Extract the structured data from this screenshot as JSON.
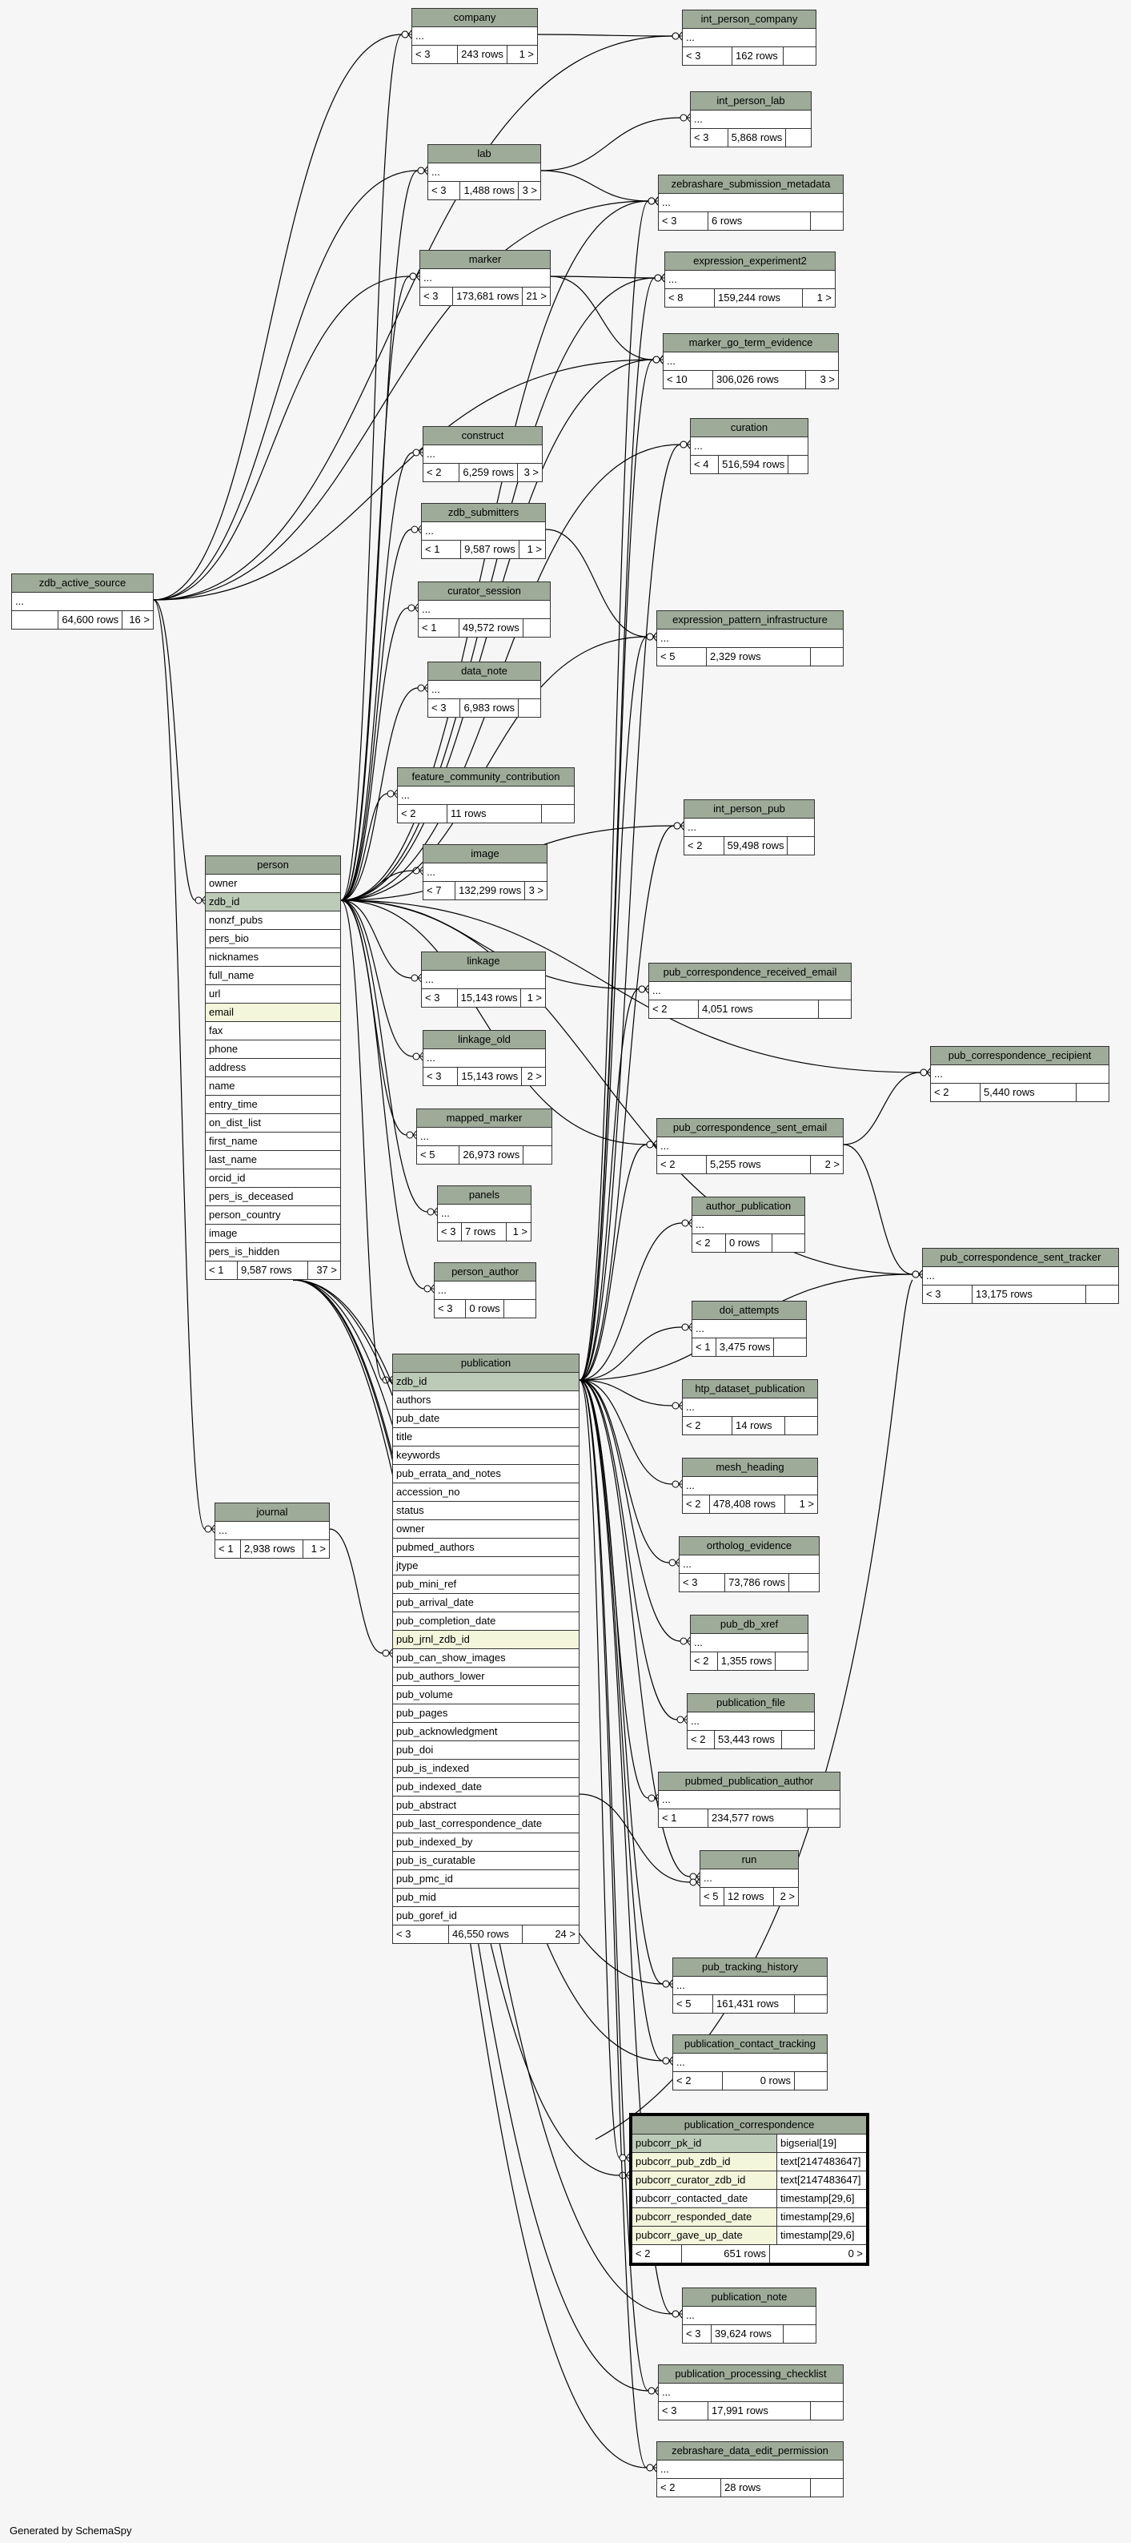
{
  "footer": "Generated by SchemaSpy",
  "tables": [
    {
      "id": "company",
      "name": "company",
      "left": "< 3",
      "rows": "243 rows",
      "right": "1 >"
    },
    {
      "id": "int_person_company",
      "name": "int_person_company",
      "left": "< 3",
      "rows": "162 rows",
      "right": ""
    },
    {
      "id": "int_person_lab",
      "name": "int_person_lab",
      "left": "< 3",
      "rows": "5,868 rows",
      "right": ""
    },
    {
      "id": "lab",
      "name": "lab",
      "left": "< 3",
      "rows": "1,488 rows",
      "right": "3 >"
    },
    {
      "id": "zebrashare_submission_metadata",
      "name": "zebrashare_submission_metadata",
      "left": "< 3",
      "rows": "6 rows",
      "right": ""
    },
    {
      "id": "marker",
      "name": "marker",
      "left": "< 3",
      "rows": "173,681 rows",
      "right": "21 >"
    },
    {
      "id": "expression_experiment2",
      "name": "expression_experiment2",
      "left": "< 8",
      "rows": "159,244 rows",
      "right": "1 >"
    },
    {
      "id": "marker_go_term_evidence",
      "name": "marker_go_term_evidence",
      "left": "< 10",
      "rows": "306,026 rows",
      "right": "3 >"
    },
    {
      "id": "construct",
      "name": "construct",
      "left": "< 2",
      "rows": "6,259 rows",
      "right": "3 >"
    },
    {
      "id": "curation",
      "name": "curation",
      "left": "< 4",
      "rows": "516,594 rows",
      "right": ""
    },
    {
      "id": "zdb_submitters",
      "name": "zdb_submitters",
      "left": "< 1",
      "rows": "9,587 rows",
      "right": "1 >"
    },
    {
      "id": "curator_session",
      "name": "curator_session",
      "left": "< 1",
      "rows": "49,572 rows",
      "right": ""
    },
    {
      "id": "expression_pattern_infrastructure",
      "name": "expression_pattern_infrastructure",
      "left": "< 5",
      "rows": "2,329 rows",
      "right": ""
    },
    {
      "id": "zdb_active_source",
      "name": "zdb_active_source",
      "left": "",
      "rows": "64,600 rows",
      "right": "16 >"
    },
    {
      "id": "data_note",
      "name": "data_note",
      "left": "< 3",
      "rows": "6,983 rows",
      "right": ""
    },
    {
      "id": "feature_community_contribution",
      "name": "feature_community_contribution",
      "left": "< 2",
      "rows": "11 rows",
      "right": ""
    },
    {
      "id": "int_person_pub",
      "name": "int_person_pub",
      "left": "< 2",
      "rows": "59,498 rows",
      "right": ""
    },
    {
      "id": "image",
      "name": "image",
      "left": "< 7",
      "rows": "132,299 rows",
      "right": "3 >"
    },
    {
      "id": "linkage",
      "name": "linkage",
      "left": "< 3",
      "rows": "15,143 rows",
      "right": "1 >"
    },
    {
      "id": "pub_correspondence_received_email",
      "name": "pub_correspondence_received_email",
      "left": "< 2",
      "rows": "4,051 rows",
      "right": ""
    },
    {
      "id": "linkage_old",
      "name": "linkage_old",
      "left": "< 3",
      "rows": "15,143 rows",
      "right": "2 >"
    },
    {
      "id": "pub_correspondence_recipient",
      "name": "pub_correspondence_recipient",
      "left": "< 2",
      "rows": "5,440 rows",
      "right": ""
    },
    {
      "id": "mapped_marker",
      "name": "mapped_marker",
      "left": "< 5",
      "rows": "26,973 rows",
      "right": ""
    },
    {
      "id": "pub_correspondence_sent_email",
      "name": "pub_correspondence_sent_email",
      "left": "< 2",
      "rows": "5,255 rows",
      "right": "2 >"
    },
    {
      "id": "panels",
      "name": "panels",
      "left": "< 3",
      "rows": "7 rows",
      "right": "1 >"
    },
    {
      "id": "author_publication",
      "name": "author_publication",
      "left": "< 2",
      "rows": "0 rows",
      "right": ""
    },
    {
      "id": "pub_correspondence_sent_tracker",
      "name": "pub_correspondence_sent_tracker",
      "left": "< 3",
      "rows": "13,175 rows",
      "right": ""
    },
    {
      "id": "person_author",
      "name": "person_author",
      "left": "< 3",
      "rows": "0 rows",
      "right": ""
    },
    {
      "id": "doi_attempts",
      "name": "doi_attempts",
      "left": "< 1",
      "rows": "3,475 rows",
      "right": ""
    },
    {
      "id": "htp_dataset_publication",
      "name": "htp_dataset_publication",
      "left": "< 2",
      "rows": "14 rows",
      "right": ""
    },
    {
      "id": "mesh_heading",
      "name": "mesh_heading",
      "left": "< 2",
      "rows": "478,408 rows",
      "right": "1 >"
    },
    {
      "id": "journal",
      "name": "journal",
      "left": "< 1",
      "rows": "2,938 rows",
      "right": "1 >"
    },
    {
      "id": "ortholog_evidence",
      "name": "ortholog_evidence",
      "left": "< 3",
      "rows": "73,786 rows",
      "right": ""
    },
    {
      "id": "pub_db_xref",
      "name": "pub_db_xref",
      "left": "< 2",
      "rows": "1,355 rows",
      "right": ""
    },
    {
      "id": "publication_file",
      "name": "publication_file",
      "left": "< 2",
      "rows": "53,443 rows",
      "right": ""
    },
    {
      "id": "pubmed_publication_author",
      "name": "pubmed_publication_author",
      "left": "< 1",
      "rows": "234,577 rows",
      "right": ""
    },
    {
      "id": "run",
      "name": "run",
      "left": "< 5",
      "rows": "12 rows",
      "right": "2 >"
    },
    {
      "id": "pub_tracking_history",
      "name": "pub_tracking_history",
      "left": "< 5",
      "rows": "161,431 rows",
      "right": ""
    },
    {
      "id": "publication_contact_tracking",
      "name": "publication_contact_tracking",
      "left": "< 2",
      "rows": "0 rows",
      "right": ""
    },
    {
      "id": "publication_note",
      "name": "publication_note",
      "left": "< 3",
      "rows": "39,624 rows",
      "right": ""
    },
    {
      "id": "publication_processing_checklist",
      "name": "publication_processing_checklist",
      "left": "< 3",
      "rows": "17,991 rows",
      "right": ""
    },
    {
      "id": "zebrashare_data_edit_permission",
      "name": "zebrashare_data_edit_permission",
      "left": "< 2",
      "rows": "28 rows",
      "right": ""
    }
  ],
  "person": {
    "name": "person",
    "columns": [
      "owner",
      "zdb_id",
      "nonzf_pubs",
      "pers_bio",
      "nicknames",
      "full_name",
      "url",
      "email",
      "fax",
      "phone",
      "address",
      "name",
      "entry_time",
      "on_dist_list",
      "first_name",
      "last_name",
      "orcid_id",
      "pers_is_deceased",
      "person_country",
      "image",
      "pers_is_hidden"
    ],
    "left": "< 1",
    "rows": "9,587 rows",
    "right": "37 >"
  },
  "publication": {
    "name": "publication",
    "columns": [
      "zdb_id",
      "authors",
      "pub_date",
      "title",
      "keywords",
      "pub_errata_and_notes",
      "accession_no",
      "status",
      "owner",
      "pubmed_authors",
      "jtype",
      "pub_mini_ref",
      "pub_arrival_date",
      "pub_completion_date",
      "pub_jrnl_zdb_id",
      "pub_can_show_images",
      "pub_authors_lower",
      "pub_volume",
      "pub_pages",
      "pub_acknowledgment",
      "pub_doi",
      "pub_is_indexed",
      "pub_indexed_date",
      "pub_abstract",
      "pub_last_correspondence_date",
      "pub_indexed_by",
      "pub_is_curatable",
      "pub_pmc_id",
      "pub_mid",
      "pub_goref_id"
    ],
    "left": "< 3",
    "rows": "46,550 rows",
    "right": "24 >"
  },
  "publication_correspondence": {
    "name": "publication_correspondence",
    "columns": [
      {
        "name": "pubcorr_pk_id",
        "type": "bigserial[19]"
      },
      {
        "name": "pubcorr_pub_zdb_id",
        "type": "text[2147483647]"
      },
      {
        "name": "pubcorr_curator_zdb_id",
        "type": "text[2147483647]"
      },
      {
        "name": "pubcorr_contacted_date",
        "type": "timestamp[29,6]"
      },
      {
        "name": "pubcorr_responded_date",
        "type": "timestamp[29,6]"
      },
      {
        "name": "pubcorr_gave_up_date",
        "type": "timestamp[29,6]"
      }
    ],
    "left": "< 2",
    "rows": "651 rows",
    "right": "0 >"
  }
}
